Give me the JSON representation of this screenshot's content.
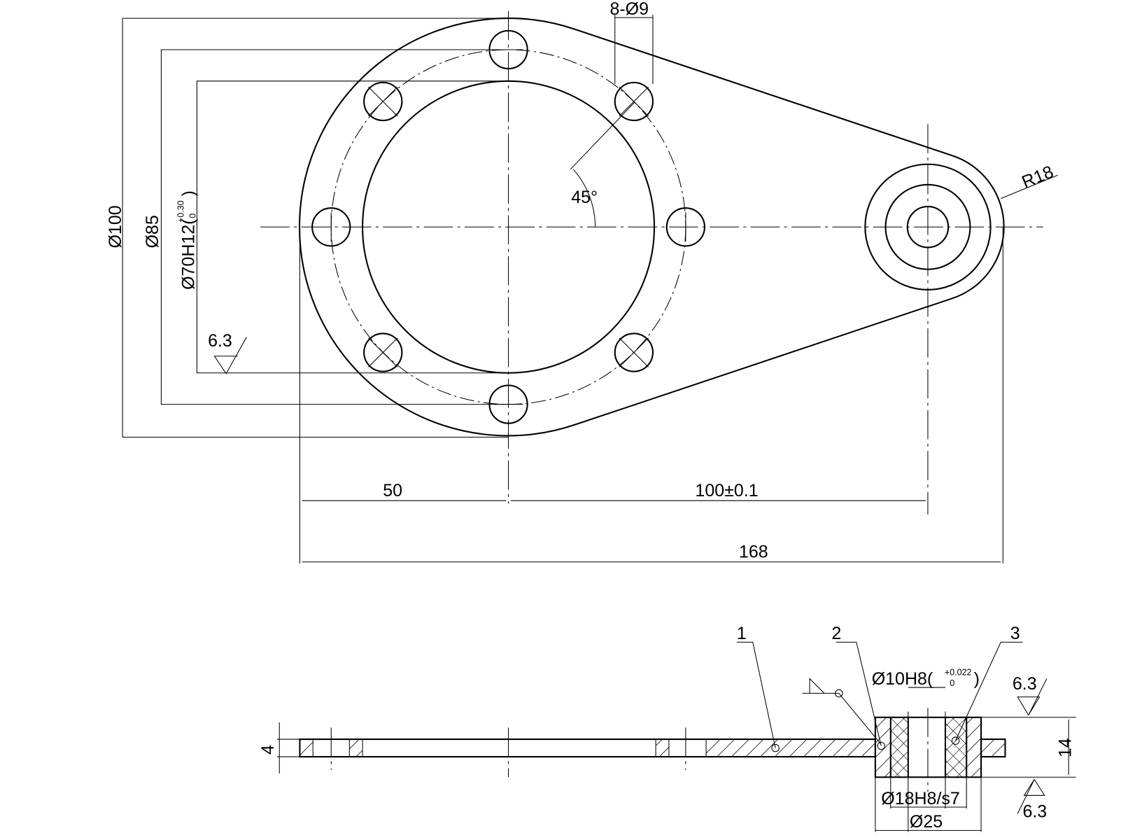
{
  "drawing": {
    "top_view": {
      "holes_label": "8-Ø9",
      "angle_label": "45°",
      "radius_label": "R18",
      "dia_outer": "Ø100",
      "dia_pitch": "Ø85",
      "dia_bore": "Ø70H12(",
      "dia_bore_tol_upper": "+0.30",
      "dia_bore_tol_lower": "0",
      "dia_bore_close": ")",
      "roughness": "6.3",
      "dim_50": "50",
      "dim_100": "100±0.1",
      "dim_168": "168"
    },
    "section_view": {
      "thickness": "4",
      "height": "14",
      "part_1": "1",
      "part_2": "2",
      "part_3": "3",
      "bore": "Ø10H8(",
      "bore_tol_upper": "+0.022",
      "bore_tol_lower": "0",
      "bore_close": ")",
      "fit": "Ø18H8/s7",
      "outer": "Ø25",
      "roughness_top": "6.3",
      "roughness_bottom": "6.3"
    }
  }
}
